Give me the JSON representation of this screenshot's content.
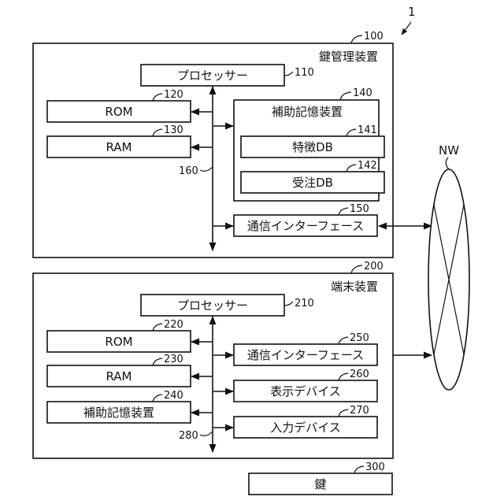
{
  "figure_ref": "1",
  "key_manager": {
    "ref": "100",
    "title": "鍵管理装置",
    "processor": {
      "label": "プロセッサー",
      "ref": "110"
    },
    "rom": {
      "label": "ROM",
      "ref": "120"
    },
    "ram": {
      "label": "RAM",
      "ref": "130"
    },
    "storage": {
      "label": "補助記憶装置",
      "ref": "140"
    },
    "feature_db": {
      "label": "特徴DB",
      "ref": "141"
    },
    "order_db": {
      "label": "受注DB",
      "ref": "142"
    },
    "comm": {
      "label": "通信インターフェース",
      "ref": "150"
    },
    "bus_ref": "160"
  },
  "network": {
    "label": "NW"
  },
  "terminal": {
    "ref": "200",
    "title": "端末装置",
    "processor": {
      "label": "プロセッサー",
      "ref": "210"
    },
    "rom": {
      "label": "ROM",
      "ref": "220"
    },
    "ram": {
      "label": "RAM",
      "ref": "230"
    },
    "storage": {
      "label": "補助記憶装置",
      "ref": "240"
    },
    "comm": {
      "label": "通信インターフェース",
      "ref": "250"
    },
    "display": {
      "label": "表示デバイス",
      "ref": "260"
    },
    "input": {
      "label": "入力デバイス",
      "ref": "270"
    },
    "bus_ref": "280"
  },
  "key": {
    "label": "鍵",
    "ref": "300"
  }
}
